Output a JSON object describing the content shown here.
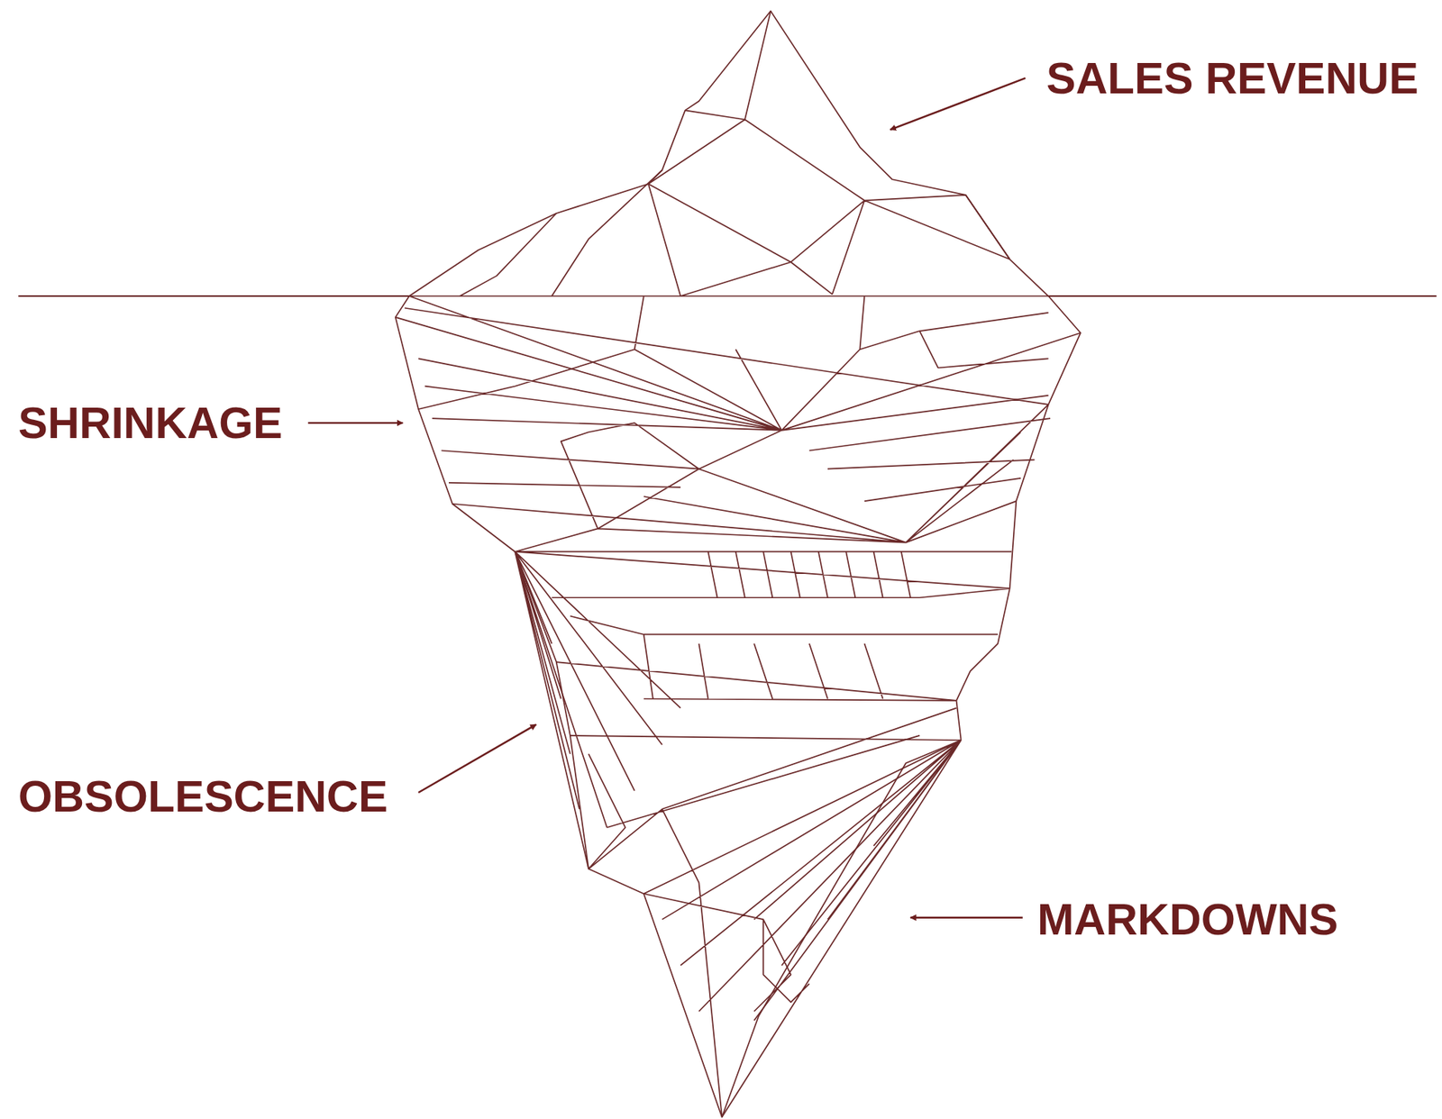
{
  "diagram": {
    "labels": [
      "SALES REVENUE",
      "SHRINKAGE",
      "OBSOLESCENCE",
      "MARKDOWNS"
    ]
  }
}
